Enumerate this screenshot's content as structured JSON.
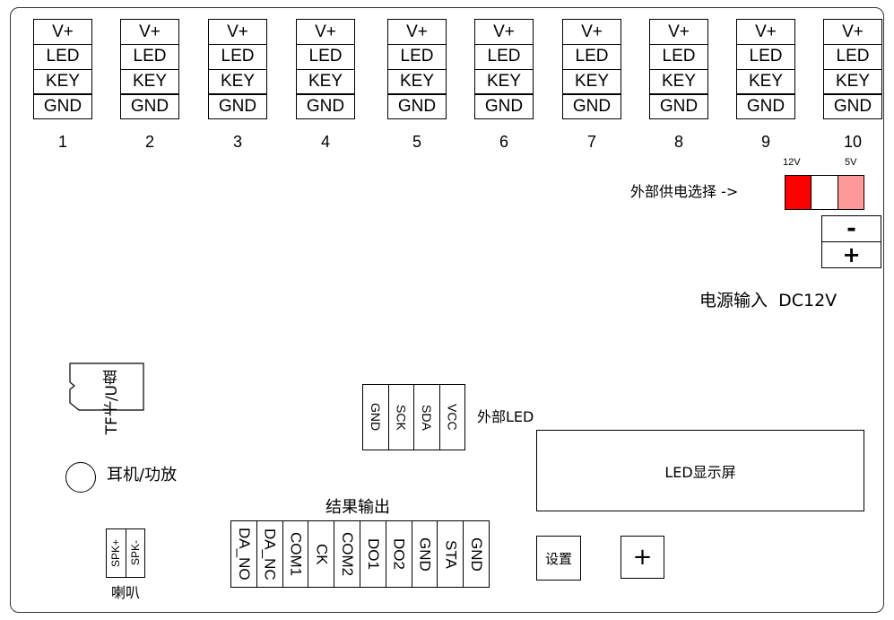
{
  "connectors": [
    {
      "number": "1",
      "pins": [
        "V+",
        "LED",
        "KEY",
        "GND"
      ]
    },
    {
      "number": "2",
      "pins": [
        "V+",
        "LED",
        "KEY",
        "GND"
      ]
    },
    {
      "number": "3",
      "pins": [
        "V+",
        "LED",
        "KEY",
        "GND"
      ]
    },
    {
      "number": "4",
      "pins": [
        "V+",
        "LED",
        "KEY",
        "GND"
      ]
    },
    {
      "number": "5",
      "pins": [
        "V+",
        "LED",
        "KEY",
        "GND"
      ]
    },
    {
      "number": "6",
      "pins": [
        "V+",
        "LED",
        "KEY",
        "GND"
      ]
    },
    {
      "number": "7",
      "pins": [
        "V+",
        "LED",
        "KEY",
        "GND"
      ]
    },
    {
      "number": "8",
      "pins": [
        "V+",
        "LED",
        "KEY",
        "GND"
      ]
    },
    {
      "number": "9",
      "pins": [
        "V+",
        "LED",
        "KEY",
        "GND"
      ]
    },
    {
      "number": "10",
      "pins": [
        "V+",
        "LED",
        "KEY",
        "GND"
      ]
    }
  ],
  "power_select": {
    "label": "外部供电选择 ->",
    "opt_12v": "12V",
    "opt_5v": "5V",
    "color_12v": "#ff0000",
    "color_5v": "#ff9999"
  },
  "dc_input": {
    "minus": "-",
    "plus": "+",
    "label": "电源输入  DC12V"
  },
  "tf_card": {
    "label": "TF卡/U盘"
  },
  "external_led": {
    "label": "外部LED",
    "pins": [
      "GND",
      "SCK",
      "SDA",
      "VCC"
    ]
  },
  "earphone": {
    "label": "耳机/功放"
  },
  "led_display": {
    "label": "LED显示屏"
  },
  "speaker": {
    "pins": [
      "SPK+",
      "SPK-"
    ],
    "label": "喇叭"
  },
  "result_output": {
    "label": "结果输出",
    "pins": [
      "DA_NO",
      "DA_NC",
      "COM1",
      "CK",
      "COM2",
      "DO1",
      "DO2",
      "GND",
      "STA",
      "GND"
    ]
  },
  "buttons": {
    "settings": "设置",
    "plus": "+"
  }
}
